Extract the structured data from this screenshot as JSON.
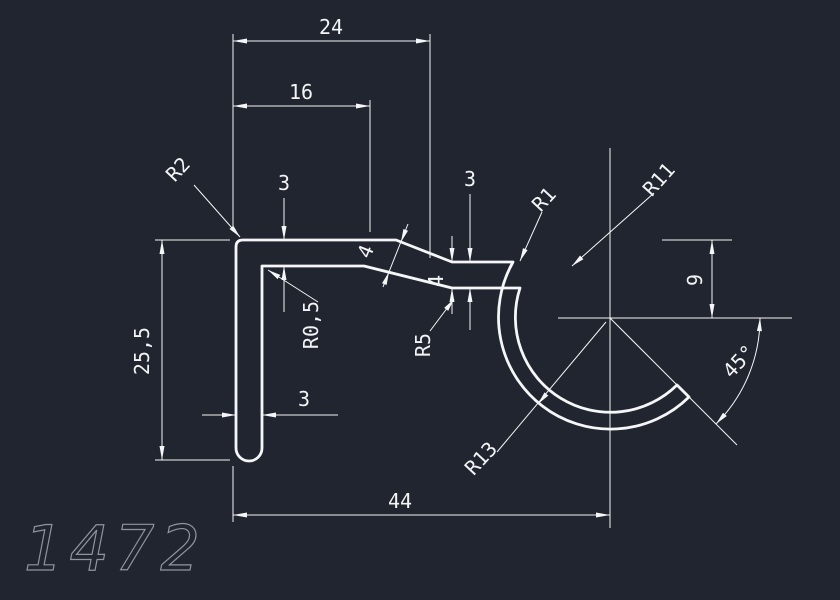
{
  "part_number": "1472",
  "colors": {
    "background": "#20252f",
    "geometry": "#f5f6f7",
    "part_number_color": "#8f959d"
  },
  "dims": {
    "top_width": "24",
    "mid_width": "16",
    "flange_thickness_left": "3",
    "flange_thickness_right": "3",
    "slant_thickness": "4",
    "neck_thickness": "4",
    "corner_radius": "R2",
    "inner_corner_radius": "R0,5",
    "fillet_radius": "R5",
    "tip_radius": "R1",
    "hook_inner_radius": "R11",
    "hook_outer_radius": "R13",
    "left_height": "25,5",
    "leg_thickness": "3",
    "hook_center_drop": "9",
    "hook_opening_angle": "45°",
    "total_width": "44"
  }
}
